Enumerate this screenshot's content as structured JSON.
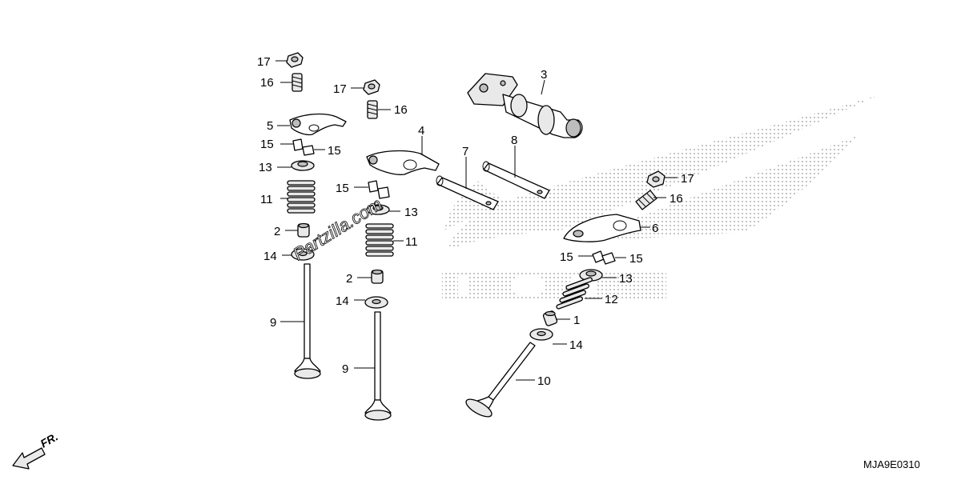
{
  "watermark": "Partzilla.com",
  "diagram_code": "MJA9E0310",
  "front_label": "FR.",
  "callouts": [
    {
      "id": "c17a",
      "text": "17"
    },
    {
      "id": "c16a",
      "text": "16"
    },
    {
      "id": "c17b",
      "text": "17"
    },
    {
      "id": "c16b",
      "text": "16"
    },
    {
      "id": "c5",
      "text": "5"
    },
    {
      "id": "c15a",
      "text": "15"
    },
    {
      "id": "c15b",
      "text": "15"
    },
    {
      "id": "c13a",
      "text": "13"
    },
    {
      "id": "c11a",
      "text": "11"
    },
    {
      "id": "c2a",
      "text": "2"
    },
    {
      "id": "c14a",
      "text": "14"
    },
    {
      "id": "c9a",
      "text": "9"
    },
    {
      "id": "c4",
      "text": "4"
    },
    {
      "id": "c15c",
      "text": "15"
    },
    {
      "id": "c13b",
      "text": "13"
    },
    {
      "id": "c11b",
      "text": "11"
    },
    {
      "id": "c2b",
      "text": "2"
    },
    {
      "id": "c14b",
      "text": "14"
    },
    {
      "id": "c9b",
      "text": "9"
    },
    {
      "id": "c3",
      "text": "3"
    },
    {
      "id": "c7",
      "text": "7"
    },
    {
      "id": "c8",
      "text": "8"
    },
    {
      "id": "c17c",
      "text": "17"
    },
    {
      "id": "c16c",
      "text": "16"
    },
    {
      "id": "c6",
      "text": "6"
    },
    {
      "id": "c15d",
      "text": "15"
    },
    {
      "id": "c15e",
      "text": "15"
    },
    {
      "id": "c13c",
      "text": "13"
    },
    {
      "id": "c12",
      "text": "12"
    },
    {
      "id": "c1",
      "text": "1"
    },
    {
      "id": "c14c",
      "text": "14"
    },
    {
      "id": "c10",
      "text": "10"
    }
  ]
}
